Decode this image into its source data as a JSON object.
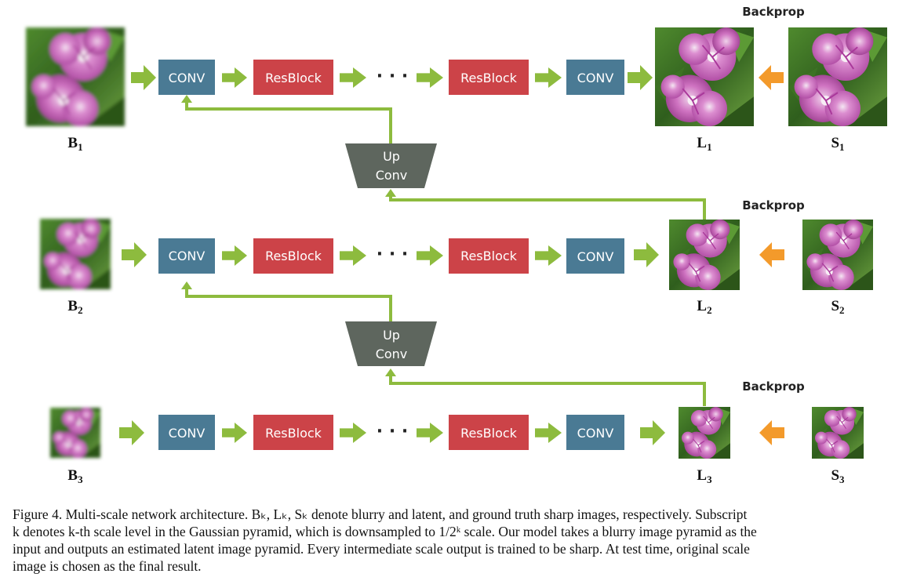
{
  "figure": {
    "rows": [
      {
        "input": {
          "letter": "B",
          "sub": "1"
        },
        "output": {
          "letter": "L",
          "sub": "1"
        },
        "target": {
          "letter": "S",
          "sub": "1"
        },
        "backprop": "Backprop",
        "conv_in": "CONV",
        "resblock_a": "ResBlock",
        "dots": "· · ·",
        "resblock_b": "ResBlock",
        "conv_out": "CONV"
      },
      {
        "input": {
          "letter": "B",
          "sub": "2"
        },
        "output": {
          "letter": "L",
          "sub": "2"
        },
        "target": {
          "letter": "S",
          "sub": "2"
        },
        "backprop": "Backprop",
        "conv_in": "CONV",
        "resblock_a": "ResBlock",
        "dots": "· · ·",
        "resblock_b": "ResBlock",
        "conv_out": "CONV"
      },
      {
        "input": {
          "letter": "B",
          "sub": "3"
        },
        "output": {
          "letter": "L",
          "sub": "3"
        },
        "target": {
          "letter": "S",
          "sub": "3"
        },
        "backprop": "Backprop",
        "conv_in": "CONV",
        "resblock_a": "ResBlock",
        "dots": "· · ·",
        "resblock_b": "ResBlock",
        "conv_out": "CONV"
      }
    ],
    "upconv": [
      {
        "line1": "Up",
        "line2": "Conv"
      },
      {
        "line1": "Up",
        "line2": "Conv"
      }
    ],
    "colors": {
      "conv": "#4a7a94",
      "resblock": "#cc4348",
      "upconv": "#5e665e",
      "forward_arrow": "#8dbb3e",
      "backprop_arrow": "#f39a2b"
    }
  },
  "caption": {
    "lines": [
      "Figure 4. Multi-scale network architecture. Bₖ, Lₖ, Sₖ denote blurry and latent, and ground truth sharp images, respectively. Subscript",
      "k denotes k-th scale level in the Gaussian pyramid, which is downsampled to 1/2ᵏ scale. Our model takes a blurry image pyramid as the",
      "input and outputs an estimated latent image pyramid. Every intermediate scale output is trained to be sharp. At test time, original scale",
      "image is chosen as the final result."
    ]
  }
}
